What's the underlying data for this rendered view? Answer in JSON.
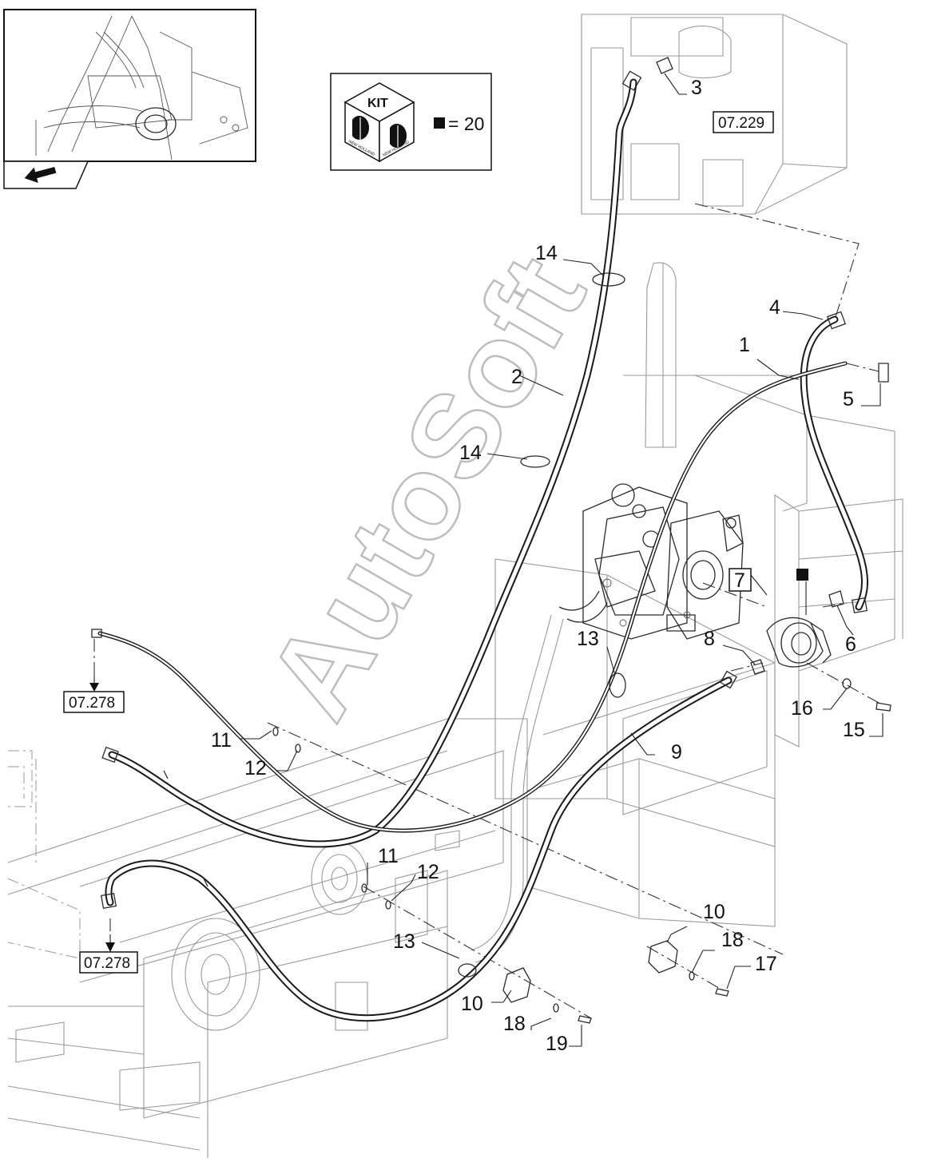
{
  "watermark": "AutoSoft",
  "kit_box": {
    "kit_label": "KIT",
    "brand_text": "NEW HOLLAND",
    "quantity_text": "= 20"
  },
  "nav_arrow_icon": "arrow-back-icon",
  "reference_boxes": {
    "ref_top_right": "07.229",
    "ref_left_upper": "07.278",
    "ref_left_lower": "07.278"
  },
  "callouts": {
    "c1": "1",
    "c2": "2",
    "c3": "3",
    "c4": "4",
    "c5": "5",
    "c6": "6",
    "c7": "7",
    "c8": "8",
    "c9": "9",
    "c10a": "10",
    "c10b": "10",
    "c11a": "11",
    "c11b": "11",
    "c12a": "12",
    "c12b": "12",
    "c13a": "13",
    "c13b": "13",
    "c14a": "14",
    "c14b": "14",
    "c15": "15",
    "c16": "16",
    "c17": "17",
    "c18a": "18",
    "c18b": "18",
    "c19": "19"
  },
  "colors": {
    "line": "#1a1a1a",
    "frame": "#9a9a9a",
    "watermark_outline": "#bdbdbd"
  }
}
